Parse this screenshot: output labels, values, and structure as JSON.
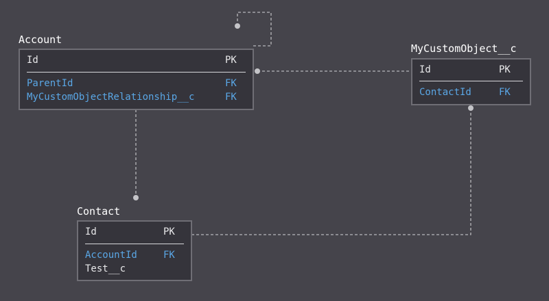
{
  "entities": {
    "account": {
      "title": "Account",
      "pk": {
        "name": "Id",
        "key": "PK"
      },
      "fields": [
        {
          "name": "ParentId",
          "key": "FK"
        },
        {
          "name": "MyCustomObjectRelationship__c",
          "key": "FK"
        }
      ]
    },
    "custom": {
      "title": "MyCustomObject__c",
      "pk": {
        "name": "Id",
        "key": "PK"
      },
      "fields": [
        {
          "name": "ContactId",
          "key": "FK"
        }
      ]
    },
    "contact": {
      "title": "Contact",
      "pk": {
        "name": "Id",
        "key": "PK"
      },
      "fields": [
        {
          "name": "AccountId",
          "key": "FK"
        },
        {
          "name": "Test__c",
          "key": ""
        }
      ]
    }
  },
  "colors": {
    "background": "#45444b",
    "box": "#35343b",
    "border": "#6f6e75",
    "foreign_key": "#5aa7e6",
    "connector": "#b8b8bc"
  }
}
